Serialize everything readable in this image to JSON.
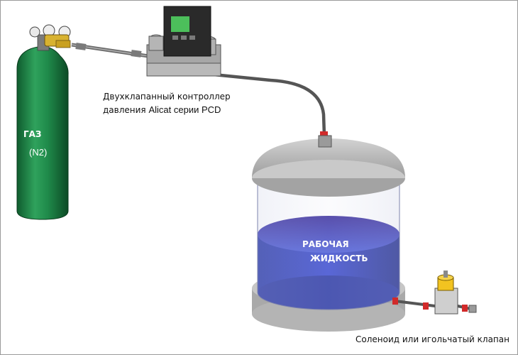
{
  "labels": {
    "controller_line1": "Двухклапанный контроллер",
    "controller_line2_prefix": "давления ",
    "controller_line2_brand": "Alicat серии PCD",
    "gas": "ГАЗ",
    "gas_formula": "(N2)",
    "liquid_line1": "РАБОЧАЯ",
    "liquid_line2": "ЖИДКОСТЬ",
    "valve": "Соленоид или игольчатый клапан"
  },
  "colors": {
    "cylinder": "#1f8a4a",
    "liquid": "#2e3ab8",
    "tube": "#555555",
    "fitting_red": "#d12a2a",
    "valve_yellow": "#f2c320",
    "lid": "#b9b9b9"
  }
}
